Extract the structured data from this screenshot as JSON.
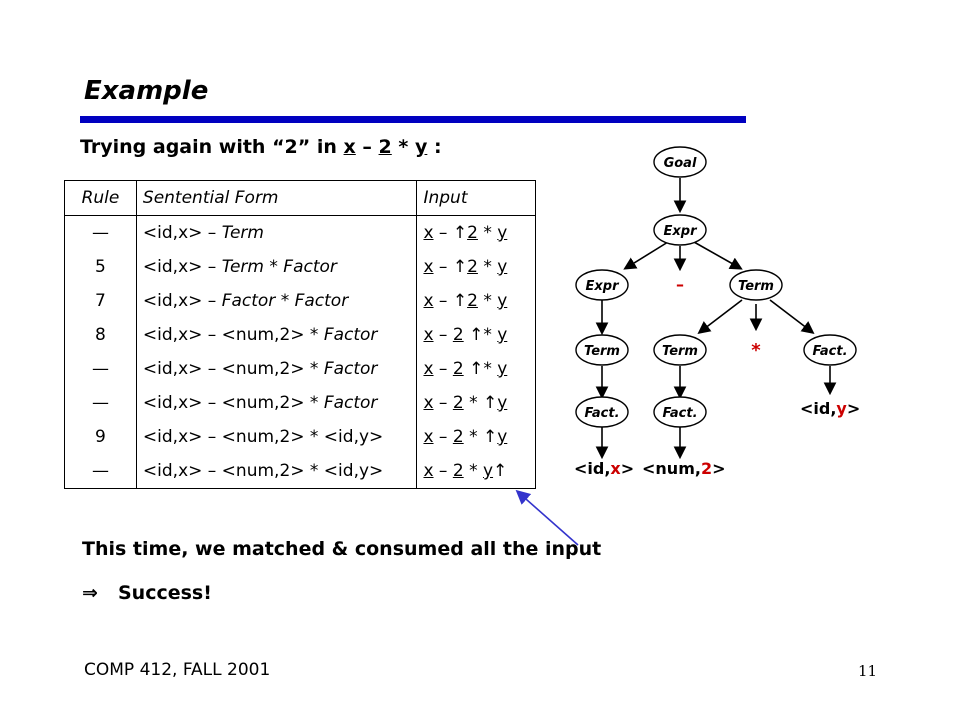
{
  "slide": {
    "title": "Example",
    "subtitle_prefix": "Trying again with “2” in ",
    "subtitle_x": "x",
    "subtitle_minus": " – ",
    "subtitle_2": "2",
    "subtitle_times": " * ",
    "subtitle_y": "y",
    "subtitle_colon": " :",
    "caption": "This time, we matched & consumed all the input",
    "implies": "⇒",
    "success": "Success!",
    "footer_left": "COMP 412, FALL 2001",
    "page_number": "11"
  },
  "table": {
    "headers": [
      "Rule",
      "Sentential Form",
      "Input"
    ],
    "rows": [
      {
        "rule": "—",
        "form_a": "<id,x> – ",
        "form_b": "Term",
        "form_c": "",
        "input": [
          "x",
          " – ",
          "↑",
          "2",
          " * ",
          "y",
          ""
        ]
      },
      {
        "rule": "5",
        "form_a": "<id,x> – ",
        "form_b": "Term * Factor",
        "form_c": "",
        "input": [
          "x",
          " – ",
          "↑",
          "2",
          " * ",
          "y",
          ""
        ]
      },
      {
        "rule": "7",
        "form_a": "<id,x> – ",
        "form_b": "Factor * Factor",
        "form_c": "",
        "input": [
          "x",
          " – ",
          "↑",
          "2",
          " * ",
          "y",
          ""
        ]
      },
      {
        "rule": "8",
        "form_a": "<id,x> – <num,2> * ",
        "form_b": "Factor",
        "form_c": "",
        "input": [
          "x",
          " – ",
          "",
          "2",
          " ↑* ",
          "y",
          ""
        ]
      },
      {
        "rule": "—",
        "form_a": "<id,x> – <num,2> * ",
        "form_b": "Factor",
        "form_c": "",
        "input": [
          "x",
          " – ",
          "",
          "2",
          " ↑* ",
          "y",
          ""
        ]
      },
      {
        "rule": "—",
        "form_a": "<id,x> – <num,2> * ",
        "form_b": "Factor",
        "form_c": "",
        "input": [
          "x",
          " – ",
          "",
          "2",
          " * ↑",
          "y",
          ""
        ]
      },
      {
        "rule": "9",
        "form_a": "<id,x> – <num,2> * <id,y>",
        "form_b": "",
        "form_c": "",
        "input": [
          "x",
          " – ",
          "",
          "2",
          " * ↑",
          "y",
          ""
        ]
      },
      {
        "rule": "—",
        "form_a": "<id,x> – <num,2> * <id,y>",
        "form_b": "",
        "form_c": "",
        "input": [
          "x",
          " – ",
          "",
          "2",
          " * ",
          "y",
          "↑"
        ]
      }
    ]
  },
  "tree": {
    "nodes": {
      "goal": "Goal",
      "expr_top": "Expr",
      "expr_left": "Expr",
      "minus": "–",
      "term_right": "Term",
      "term_left": "Term",
      "term_mid": "Term",
      "times": "*",
      "fact_right": "Fact.",
      "fact_left": "Fact.",
      "fact_mid": "Fact."
    },
    "leaves": {
      "idx_open": "<id,",
      "idx_val": "x",
      "idx_close": ">",
      "num_open": "<num,",
      "num_val": "2",
      "num_close": ">",
      "idy_open": "<id,",
      "idy_val": "y",
      "idy_close": ">"
    },
    "accent": "#cc0000"
  },
  "colors": {
    "title_bar": "#0000c0",
    "pointer": "#3333cc"
  }
}
